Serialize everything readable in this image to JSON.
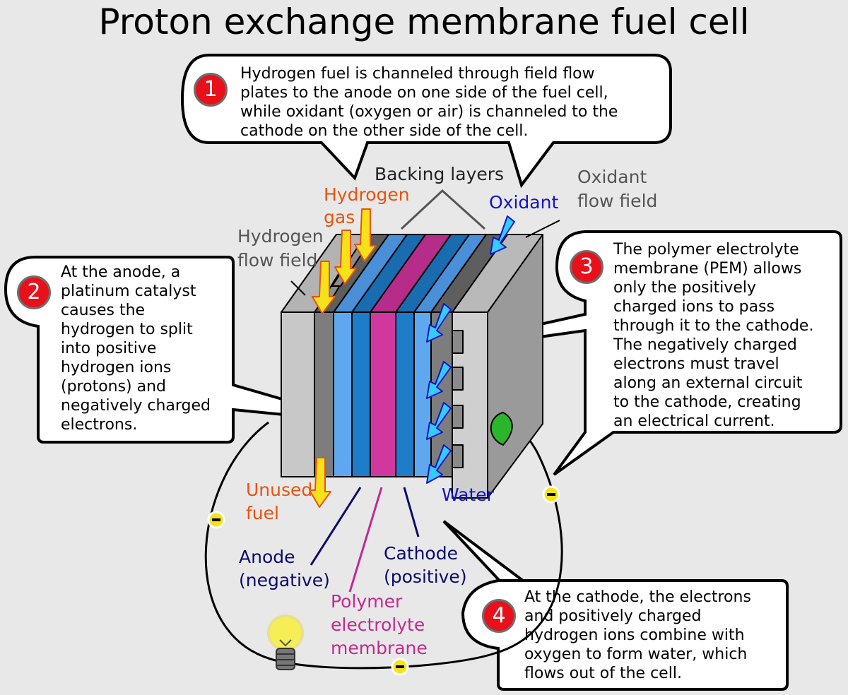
{
  "title": "Proton exchange membrane fuel cell",
  "callouts": [
    {
      "number": "1",
      "lines": [
        "Hydrogen fuel is channeled through field flow",
        "plates to the anode on one side of the fuel cell,",
        "while oxidant (oxygen or air) is channeled to the",
        "cathode on the other side of the cell."
      ]
    },
    {
      "number": "2",
      "lines": [
        "At the anode, a",
        "platinum catalyst",
        "causes the",
        "hydrogen to split",
        "into positive",
        "hydrogen ions",
        "(protons) and",
        "negatively charged",
        "electrons."
      ]
    },
    {
      "number": "3",
      "lines": [
        "The polymer electrolyte",
        "membrane (PEM) allows",
        "only the positively",
        "charged ions to pass",
        "through it to the cathode.",
        "The negatively charged",
        "electrons must travel",
        "along an external circuit",
        "to the cathode, creating",
        "an electrical current."
      ]
    },
    {
      "number": "4",
      "lines": [
        "At the cathode, the electrons",
        "and positively charged",
        "hydrogen ions combine with",
        "oxygen to form water, which",
        "flows out of the cell."
      ]
    }
  ],
  "labels": {
    "backing_layers": "Backing layers",
    "hydrogen_gas": [
      "Hydrogen",
      "gas"
    ],
    "oxidant": "Oxidant",
    "oxidant_flow_field": [
      "Oxidant",
      "flow field"
    ],
    "hydrogen_flow_field": [
      "Hydrogen",
      "flow field"
    ],
    "unused_fuel": [
      "Unused",
      "fuel"
    ],
    "water": "Water",
    "anode": [
      "Anode",
      "(negative)"
    ],
    "cathode": [
      "Cathode",
      "(positive)"
    ],
    "polymer_membrane": [
      "Polymer",
      "electrolyte",
      "membrane"
    ]
  },
  "colors": {
    "callout_number_bg": "#e8101a",
    "hydrogen_arrow": "#f7e21a",
    "oxidant_arrow": "#33ccff",
    "anode_layer": "#1f7cc8",
    "membrane_layer": "#d0389e",
    "cathode_layer": "#1f7cc8",
    "backing_layer": "#5fa8f0",
    "electron": "#f7e21a",
    "bulb": "#f6ee55"
  },
  "icons": [
    "hydrogen-arrow-icon",
    "oxidant-arrow-icon",
    "water-arrow-icon",
    "unused-fuel-arrow-icon",
    "electron-icon",
    "light-bulb-icon",
    "leaf-icon"
  ]
}
